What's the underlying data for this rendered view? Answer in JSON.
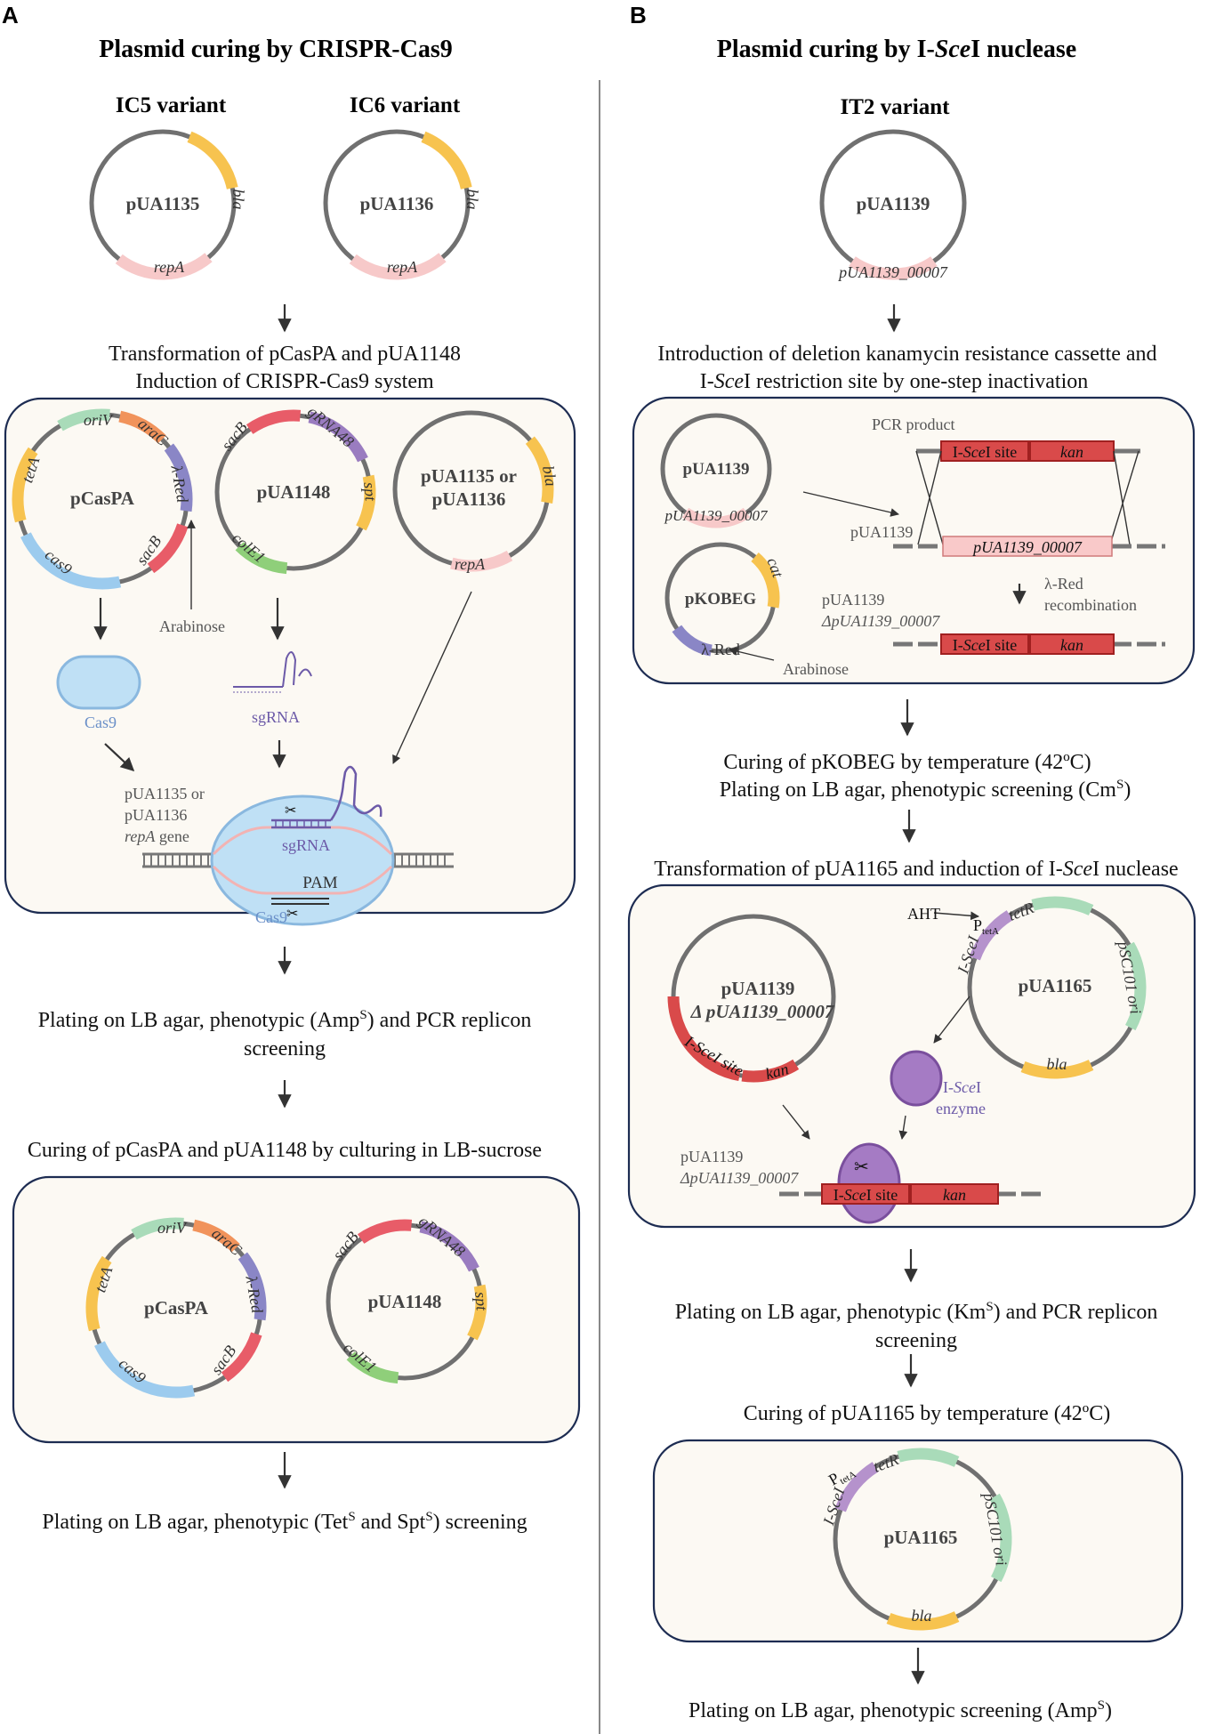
{
  "panels": {
    "a": "A",
    "b": "B"
  },
  "left": {
    "title": "Plasmid curing by CRISPR-Cas9",
    "variant1": "IC5 variant",
    "variant2": "IC6 variant",
    "plasmid1": "pUA1135",
    "plasmid2": "pUA1136",
    "gene_bla": "bla",
    "gene_repA": "repA",
    "step1_line1": "Transformation of pCasPA and pUA1148",
    "step1_line2": "Induction of CRISPR-Cas9 system",
    "box1": {
      "pcaspa": "pCasPA",
      "pua1148": "pUA1148",
      "target_line1": "pUA1135 or",
      "target_line2": "pUA1136",
      "genes": {
        "oriV": "oriV",
        "araC": "araC",
        "lred": "λ-Red",
        "sacB": "sacB",
        "cas9": "cas9",
        "tetA": "tetA",
        "gRNA48": "gRNA48",
        "spt": "spt",
        "colE1": "colE1",
        "bla": "bla",
        "repA": "repA"
      },
      "arabinose": "Arabinose",
      "cas9_label": "Cas9",
      "sgrna_label": "sgRNA",
      "locus_line1": "pUA1135 or",
      "locus_line2": "pUA1136",
      "locus_gene": "repA",
      "locus_gene_suffix": " gene",
      "sgrna_inner": "sgRNA",
      "pam": "PAM",
      "cas9_inner": "Cas9"
    },
    "step2_line1_a": "Plating on LB agar, phenotypic (Amp",
    "step2_sup": "S",
    "step2_line1_b": ") and PCR replicon",
    "step2_line2": "screening",
    "step3": "Curing of pCasPA and pUA1148 by culturing in LB-sucrose",
    "box2": {
      "pcaspa": "pCasPA",
      "pua1148": "pUA1148"
    },
    "step4_a": "Plating on LB agar, phenotypic (Tet",
    "step4_sup1": "S",
    "step4_b": " and Spt",
    "step4_sup2": "S",
    "step4_c": ") screening"
  },
  "right": {
    "title_a": "Plasmid curing by I-",
    "title_i": "Sce",
    "title_b": "I nuclease",
    "variant": "IT2 variant",
    "plasmid": "pUA1139",
    "gene": "pUA1139_00007",
    "step1_line1": "Introduction of deletion kanamycin resistance cassette and",
    "step1_line2_a": "I-",
    "step1_line2_i": "Sce",
    "step1_line2_b": "I restriction site by one-step inactivation",
    "box1": {
      "pua1139": "pUA1139",
      "gene": "pUA1139_00007",
      "pkobeg": "pKOBEG",
      "cat": "cat",
      "lred": "λ-Red",
      "arabinose": "Arabinose",
      "pcr_product": "PCR product",
      "isce_a": "I-",
      "isce_i": "Sce",
      "isce_b": "I site",
      "kan": "kan",
      "target_label": "pUA1139",
      "recomb_line1": "λ-Red",
      "recomb_line2": "recombination",
      "result_line1": "pUA1139",
      "result_line2": "ΔpUA1139_00007"
    },
    "step2_line1": "Curing of pKOBEG by temperature (42ºC)",
    "step2_line2_a": "Plating on LB agar, phenotypic screening (Cm",
    "step2_sup": "S",
    "step2_line2_b": ")",
    "step3_a": "Transformation of pUA1165 and induction of I-",
    "step3_i": "Sce",
    "step3_b": "I nuclease",
    "box2": {
      "left_line1": "pUA1139",
      "left_line2": "Δ pUA1139_00007",
      "isce_site": "I-SceI site",
      "kan": "kan",
      "aht": "AHT",
      "ptet": "P",
      "ptet_sub": "tetA",
      "tetR": "tetR",
      "psc101": "pSC101 ori",
      "isce_gene": "I-SceI",
      "pua1165": "pUA1165",
      "bla": "bla",
      "enzyme_a": "I-",
      "enzyme_i": "Sce",
      "enzyme_b": "I",
      "enzyme_line2": "enzyme",
      "locus_line1": "pUA1139",
      "locus_line2": "ΔpUA1139_00007",
      "site_a": "I-",
      "site_i": "Sce",
      "site_b": "I site"
    },
    "step4_line1_a": "Plating on LB agar, phenotypic (Km",
    "step4_sup": "S",
    "step4_line1_b": ") and PCR replicon",
    "step4_line2": "screening",
    "step5": "Curing of pUA1165 by temperature (42ºC)",
    "box3": {
      "ptet": "P",
      "ptet_sub": "tetA",
      "tetR": "tetR",
      "psc101": "pSC101 ori",
      "isce_gene": "I-SceI",
      "pua1165": "pUA1165",
      "bla": "bla"
    },
    "step6_a": "Plating on LB agar, phenotypic screening (Amp",
    "step6_sup": "S",
    "step6_b": ")"
  },
  "colors": {
    "bla": "#f7c34f",
    "repA": "#f7c9c9",
    "oriV": "#a9dbb9",
    "araC": "#f1935b",
    "lred": "#8a86c6",
    "sacB": "#e85c68",
    "cas9": "#9ccbee",
    "tetA": "#f7c34f",
    "gRNA48": "#9a7cc0",
    "spt": "#f7c34f",
    "colE1": "#8fcf7a",
    "cat": "#f7c34f",
    "tetR": "#a9dbb9",
    "psc101": "#a9dbb9",
    "isce": "#b592cc",
    "kan": "#d94a4a",
    "cas9_protein": "#bfe0f5",
    "isce_protein": "#a57bc4"
  }
}
